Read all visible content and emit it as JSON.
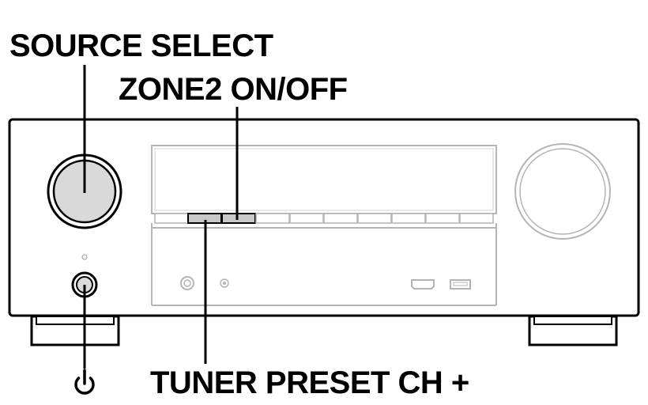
{
  "labels": {
    "source_select": "SOURCE SELECT",
    "zone2": "ZONE2 ON/OFF",
    "tuner_preset": "TUNER PRESET CH +"
  },
  "icons": {
    "power": "power-icon"
  },
  "colors": {
    "outline": "#000000",
    "light_outline": "#b4b4b4",
    "knob_fill": "#d9d9d9",
    "highlight_button": "#c8c8c8"
  }
}
